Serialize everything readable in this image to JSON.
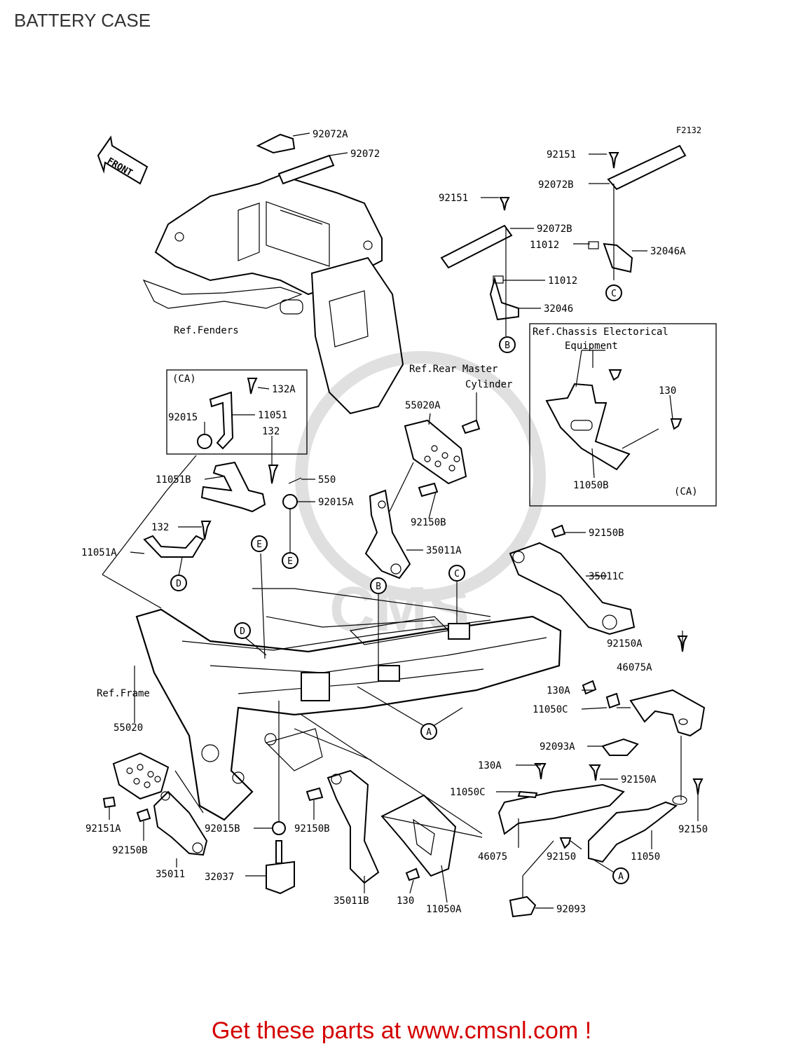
{
  "header": {
    "title": "BATTERY CASE"
  },
  "diagram": {
    "figure_code": "F2132",
    "front_arrow_label": "FRONT",
    "refs": {
      "fenders": "Ref.Fenders",
      "rear_master": "Ref.Rear Master",
      "cylinder": "Cylinder",
      "chassis_line1": "Ref.Chassis Electorical",
      "chassis_line2": "Equipment",
      "frame": "Ref.Frame"
    },
    "ca_left": "(CA)",
    "ca_right": "(CA)",
    "callouts": {
      "A1": "A",
      "A2": "A",
      "B1": "B",
      "B2": "B",
      "C1": "C",
      "C2": "C",
      "D1": "D",
      "D2": "D",
      "E1": "E",
      "E2": "E"
    },
    "parts": {
      "p92072A": "92072A",
      "p92072": "92072",
      "p92151_r": "92151",
      "p92072B_r": "92072B",
      "p11012_r": "11012",
      "p32046A": "32046A",
      "p92151_m": "92151",
      "p92072B_m": "92072B",
      "p11012_m": "11012",
      "p32046": "32046",
      "p132A": "132A",
      "p11051": "11051",
      "p92015": "92015",
      "p132_a": "132",
      "p11051B": "11051B",
      "p550": "550",
      "p92015A": "92015A",
      "p132_b": "132",
      "p11051A": "11051A",
      "p55020A": "55020A",
      "p92150B_a": "92150B",
      "p35011A": "35011A",
      "p130_r": "130",
      "p11050B": "11050B",
      "p92150B_b": "92150B",
      "p35011C": "35011C",
      "p92150A_a": "92150A",
      "p46075A": "46075A",
      "p130A_a": "130A",
      "p11050C_a": "11050C",
      "p92093A": "92093A",
      "p130A_b": "130A",
      "p92150A_b": "92150A",
      "p11050C_b": "11050C",
      "p92150_a": "92150",
      "p46075": "46075",
      "p92150_b": "92150",
      "p11050": "11050",
      "p92093": "92093",
      "p55020": "55020",
      "p92151A": "92151A",
      "p92150B_c": "92150B",
      "p92015B": "92015B",
      "p92150B_d": "92150B",
      "p35011": "35011",
      "p32037": "32037",
      "p35011B": "35011B",
      "p130_b": "130",
      "p11050A": "11050A"
    }
  },
  "footer": {
    "text": "Get these parts at www.cmsnl.com !",
    "color": "#d40000"
  }
}
